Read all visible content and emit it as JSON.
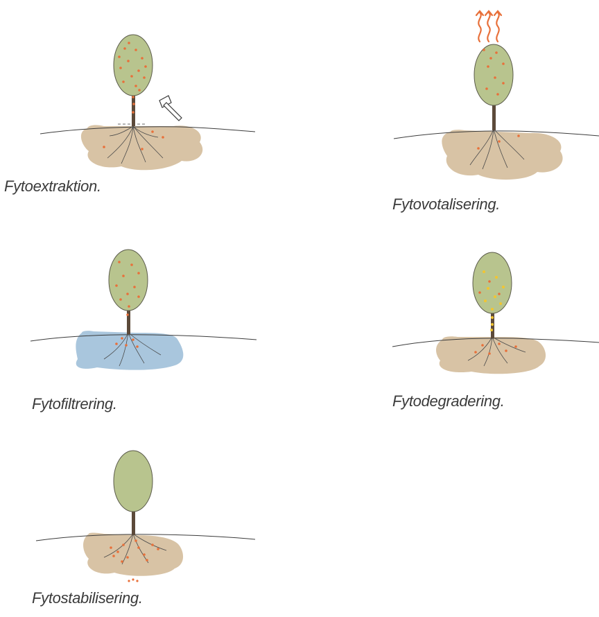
{
  "panels": [
    {
      "key": "extraction",
      "caption": "Fytoextraktion.",
      "soil_color": "#d8c3a5",
      "soil_type": "soil",
      "extra_icon": "axe-icon"
    },
    {
      "key": "volatilization",
      "caption": "Fytovotalisering.",
      "soil_color": "#d8c3a5",
      "soil_type": "soil",
      "extra_icon": "evaporation-arrows-icon"
    },
    {
      "key": "filtration",
      "caption": "Fytofiltrering.",
      "soil_color": "#a9c6dd",
      "soil_type": "water",
      "extra_icon": ""
    },
    {
      "key": "degradation",
      "caption": "Fytodegradering.",
      "soil_color": "#d8c3a5",
      "soil_type": "soil",
      "extra_icon": ""
    },
    {
      "key": "stabilization",
      "caption": "Fytostabilisering.",
      "soil_color": "#d8c3a5",
      "soil_type": "soil",
      "extra_icon": ""
    }
  ],
  "colors": {
    "canopy": "#b8c48e",
    "canopy_outline": "#5a5a4a",
    "trunk": "#5c4a3a",
    "contaminant": "#e8703a",
    "degraded": "#f2c531",
    "ground_line": "#3a3a3a",
    "arrow": "#e8703a"
  }
}
